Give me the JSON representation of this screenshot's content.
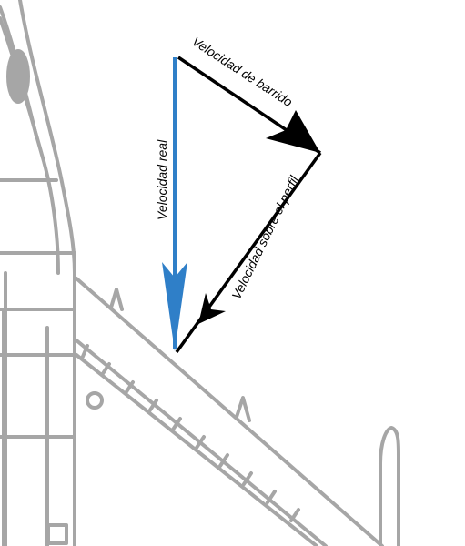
{
  "labels": {
    "sweep_velocity": "Velocidad de barrido",
    "real_velocity": "Velocidad real",
    "airfoil_velocity": "Velocidad sobre el perfil"
  },
  "colors": {
    "aircraft_outline": "#a6a6a6",
    "sweep_arrow": "#000000",
    "airfoil_arrow": "#000000",
    "real_arrow": "#2f7fc8",
    "label_text": "#000000"
  }
}
